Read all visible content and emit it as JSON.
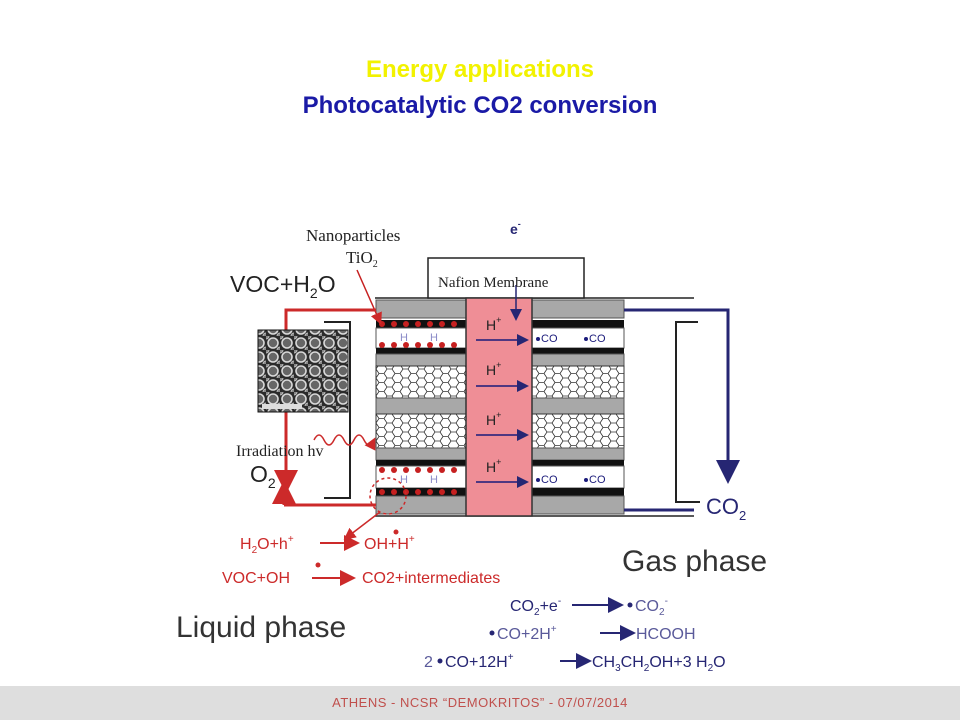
{
  "header": {
    "title": "Energy applications",
    "subtitle": "Photocatalytic CO2 conversion"
  },
  "colors": {
    "title": "#f2f200",
    "subtitle": "#1a1aa6",
    "liquid_red": "#cc2a2a",
    "gas_navy": "#262673",
    "membrane_pink": "#ef8e96",
    "footer_text": "#c0504d"
  },
  "diagram": {
    "nanoparticles_label": "Nanoparticles",
    "tio2_label": "TiO",
    "tio2_sub": "2",
    "electron_label": "e",
    "electron_sup": "-",
    "nafion_label": "Nafion Membrane",
    "voc_h2o_a": "VOC+H",
    "voc_h2o_sub": "2",
    "voc_h2o_b": "O",
    "irradiation_label": "Irradiation hv",
    "o2_label": "O",
    "o2_sub": "2",
    "proton_label": "H",
    "proton_sup": "+",
    "co2_radical_label": "CO",
    "co2_out_label": "CO",
    "co2_out_sub": "2",
    "gas_phase_label": "Gas phase",
    "liquid_phase_label": "Liquid phase",
    "sem_image_icon": "sem-micrograph"
  },
  "equations": {
    "liquid1_a": "H",
    "liquid1_sub": "2",
    "liquid1_b": "O+h",
    "liquid1_sup": "+",
    "liquid1_product": "OH+H",
    "liquid1_product_sup": "+",
    "liquid2_reactant": "VOC+OH",
    "liquid2_product": "CO2+intermediates",
    "gas1_reactant": "CO",
    "gas1_reactant_sub": "2",
    "gas1_reactant_b": "+e",
    "gas1_reactant_sup": "-",
    "gas1_product": "CO",
    "gas1_product_sub": "2",
    "gas1_product_sup": "-",
    "gas2_reactant": "CO",
    "gas2_reactant_b": "+2H",
    "gas2_reactant_sup": "+",
    "gas2_product": "HCOOH",
    "gas3_coef": "2",
    "gas3_reactant": "CO",
    "gas3_reactant_b": "+12H",
    "gas3_reactant_sup": "+",
    "gas3_product_a": "CH",
    "gas3_product_sub1": "3",
    "gas3_product_b": "CH",
    "gas3_product_sub2": "2",
    "gas3_product_c": "OH+3 H",
    "gas3_product_sub3": "2",
    "gas3_product_d": "O"
  },
  "footer": {
    "text": "ATHENS  - NCSR “DEMOKRITOS” - 07/07/2014"
  }
}
